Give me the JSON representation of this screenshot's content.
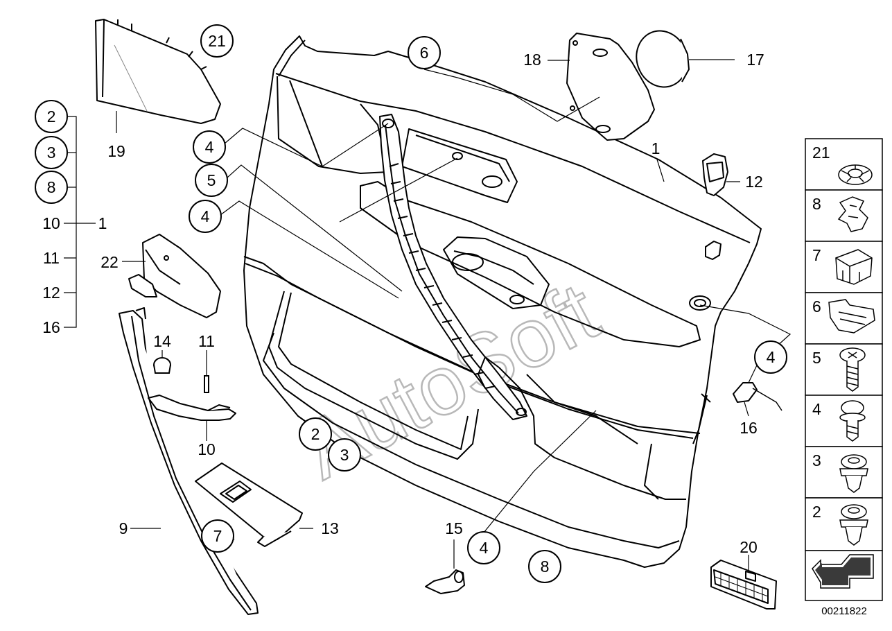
{
  "diagram_id": "00211822",
  "watermark": "AutoSoft",
  "callouts": [
    {
      "text": "21",
      "circled": true
    },
    {
      "text": "6",
      "circled": true
    },
    {
      "text": "18",
      "circled": false
    },
    {
      "text": "17",
      "circled": false
    },
    {
      "text": "2",
      "circled": true
    },
    {
      "text": "3",
      "circled": true
    },
    {
      "text": "8",
      "circled": true
    },
    {
      "text": "10",
      "circled": false
    },
    {
      "text": "1",
      "circled": false
    },
    {
      "text": "11",
      "circled": false
    },
    {
      "text": "12",
      "circled": false
    },
    {
      "text": "16",
      "circled": false
    },
    {
      "text": "19",
      "circled": false
    },
    {
      "text": "4",
      "circled": true
    },
    {
      "text": "5",
      "circled": true
    },
    {
      "text": "4",
      "circled": true
    },
    {
      "text": "1",
      "circled": false
    },
    {
      "text": "12",
      "circled": false
    },
    {
      "text": "22",
      "circled": false
    },
    {
      "text": "14",
      "circled": false
    },
    {
      "text": "11",
      "circled": false
    },
    {
      "text": "4",
      "circled": true
    },
    {
      "text": "16",
      "circled": false
    },
    {
      "text": "10",
      "circled": false
    },
    {
      "text": "2",
      "circled": true
    },
    {
      "text": "3",
      "circled": true
    },
    {
      "text": "13",
      "circled": false
    },
    {
      "text": "9",
      "circled": false
    },
    {
      "text": "7",
      "circled": true
    },
    {
      "text": "15",
      "circled": false
    },
    {
      "text": "4",
      "circled": true
    },
    {
      "text": "8",
      "circled": true
    },
    {
      "text": "20",
      "circled": false
    }
  ],
  "legend": [
    {
      "number": "21",
      "part": "expanding-rivet"
    },
    {
      "number": "8",
      "part": "clip-holder"
    },
    {
      "number": "7",
      "part": "clamp"
    },
    {
      "number": "6",
      "part": "trim-clip"
    },
    {
      "number": "5",
      "part": "screw"
    },
    {
      "number": "4",
      "part": "collar-screw"
    },
    {
      "number": "3",
      "part": "plastic-rivet"
    },
    {
      "number": "2",
      "part": "expanding-clip"
    },
    {
      "number": "",
      "part": "arrow-symbol"
    }
  ]
}
